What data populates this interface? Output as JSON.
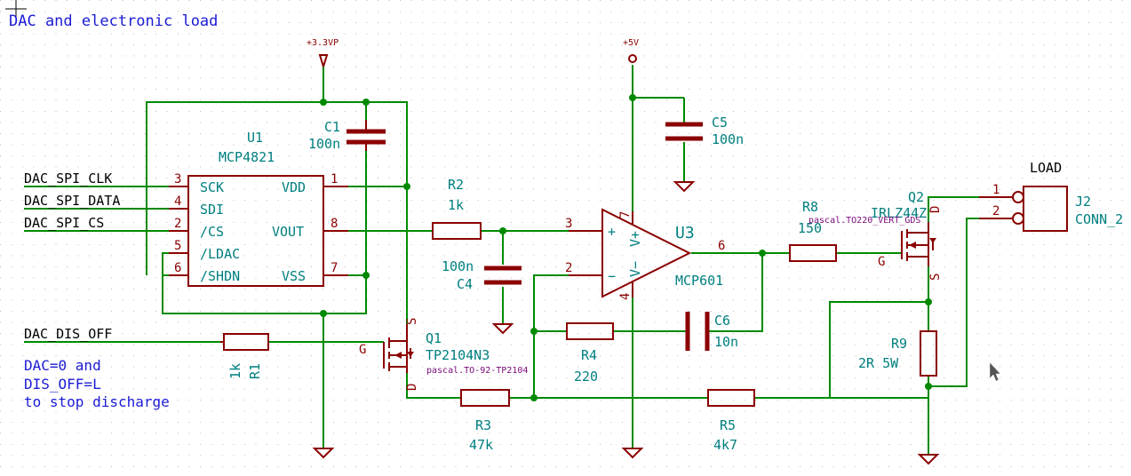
{
  "title": "DAC and electronic load",
  "notes": [
    "DAC=0 and",
    "DIS_OFF=L",
    "to stop discharge"
  ],
  "nets": {
    "clk": "DAC_SPI_CLK",
    "data": "DAC_SPI_DATA",
    "cs": "DAC_SPI_CS",
    "dis": "DAC_DIS_OFF",
    "p33": "+3.3VP",
    "p5": "+5V"
  },
  "u1": {
    "ref": "U1",
    "value": "MCP4821",
    "pins": {
      "sck": "SCK",
      "sdi": "SDI",
      "cs": "/CS",
      "ldac": "/LDAC",
      "shdn": "/SHDN",
      "vdd": "VDD",
      "vout": "VOUT",
      "vss": "VSS"
    },
    "pin_numbers": {
      "sck": "3",
      "sdi": "4",
      "cs": "2",
      "ldac": "5",
      "shdn": "6",
      "vdd": "1",
      "vout": "8",
      "vss": "7"
    }
  },
  "u3": {
    "ref": "U3",
    "value": "MCP601",
    "pins": {
      "plus": "+",
      "minus": "−",
      "vplus": "V+",
      "vminus": "V−"
    },
    "pin_numbers": {
      "in_plus": "3",
      "in_minus": "2",
      "out": "6",
      "vplus": "7",
      "vminus": "4"
    }
  },
  "c1": {
    "ref": "C1",
    "value": "100n"
  },
  "c4": {
    "ref": "C4",
    "value": "100n"
  },
  "c5": {
    "ref": "C5",
    "value": "100n"
  },
  "c6": {
    "ref": "C6",
    "value": "10n"
  },
  "r1": {
    "ref": "R1",
    "value": "1k"
  },
  "r2": {
    "ref": "R2",
    "value": "1k"
  },
  "r3": {
    "ref": "R3",
    "value": "47k"
  },
  "r4": {
    "ref": "R4",
    "value": "220"
  },
  "r5": {
    "ref": "R5",
    "value": "4k7"
  },
  "r8": {
    "ref": "R8",
    "value": "150"
  },
  "r9": {
    "ref": "R9",
    "value": "2R 5W"
  },
  "q1": {
    "ref": "Q1",
    "value": "TP2104N3",
    "footprint": "pascal.TO-92-TP2104",
    "g": "G",
    "s": "S",
    "d": "D"
  },
  "q2": {
    "ref": "Q2",
    "value": "IRLZ44Z",
    "footprint": "pascal.TO220_VERT_GDS",
    "g": "G",
    "s": "S",
    "d": "D"
  },
  "j2": {
    "ref": "J2",
    "value": "CONN_2",
    "label": "LOAD",
    "pin1": "1",
    "pin2": "2"
  }
}
